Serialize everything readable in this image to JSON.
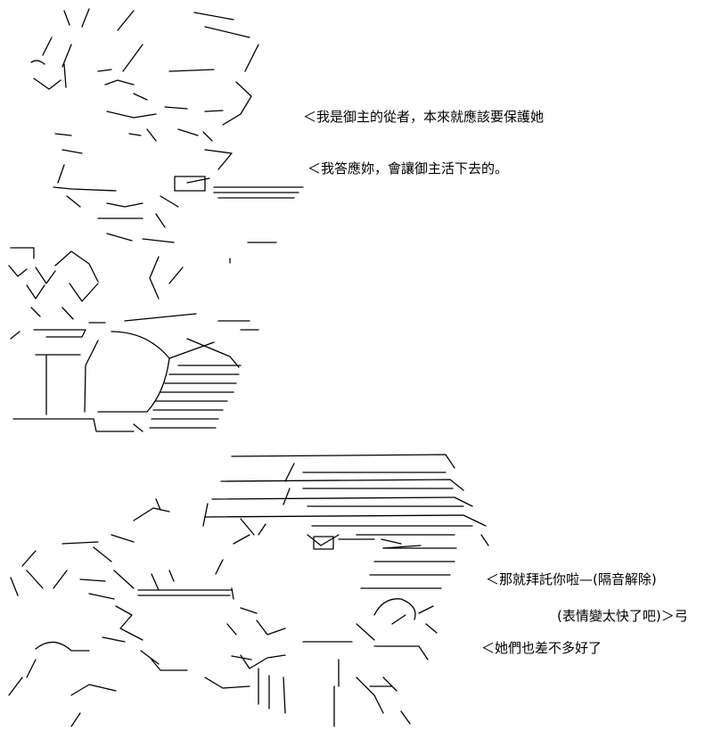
{
  "scene_top": {
    "dialogue": [
      "＜我是御主的從者，本來就應該要保護她",
      "＜我答應妳，會讓御主活下去的。"
    ]
  },
  "scene_bottom": {
    "dialogue": [
      "＜那就拜託你啦—(隔音解除)",
      "(表情變太快了吧)＞弓",
      "＜她們也差不多好了"
    ]
  }
}
